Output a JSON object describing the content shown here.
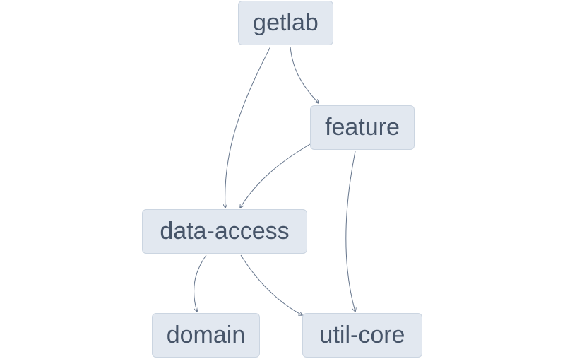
{
  "nodes": [
    {
      "id": "getlab",
      "label": "getlab"
    },
    {
      "id": "feature",
      "label": "feature"
    },
    {
      "id": "data-access",
      "label": "data-access"
    },
    {
      "id": "domain",
      "label": "domain"
    },
    {
      "id": "util-core",
      "label": "util-core"
    }
  ],
  "edges": [
    {
      "from": "getlab",
      "to": "data-access"
    },
    {
      "from": "getlab",
      "to": "feature"
    },
    {
      "from": "feature",
      "to": "data-access"
    },
    {
      "from": "feature",
      "to": "util-core"
    },
    {
      "from": "data-access",
      "to": "domain"
    },
    {
      "from": "data-access",
      "to": "util-core"
    }
  ],
  "colors": {
    "node_fill": "#e2e8f0",
    "node_border": "#cbd5e1",
    "label": "#475569",
    "edge": "#64748b"
  }
}
